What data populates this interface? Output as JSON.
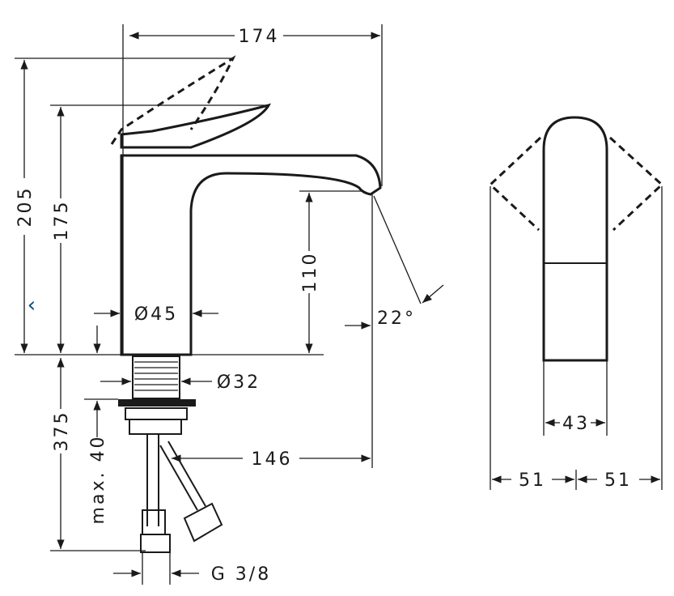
{
  "carousel": {
    "prev_icon": "chevron-left-icon",
    "prev_color": "#0b4a75"
  },
  "dimensions": {
    "width_total": "174",
    "height_lever_open": "205",
    "height_lever_closed": "175",
    "spout_height": "110",
    "body_diameter": "Ø45",
    "lever_angle": "22°",
    "thread_diameter": "Ø32",
    "supply_length": "375",
    "max_thickness": "max. 40",
    "spout_reach": "146",
    "connection": "G 3/8",
    "handle_width": "43",
    "lever_left": "51",
    "lever_right": "51"
  }
}
